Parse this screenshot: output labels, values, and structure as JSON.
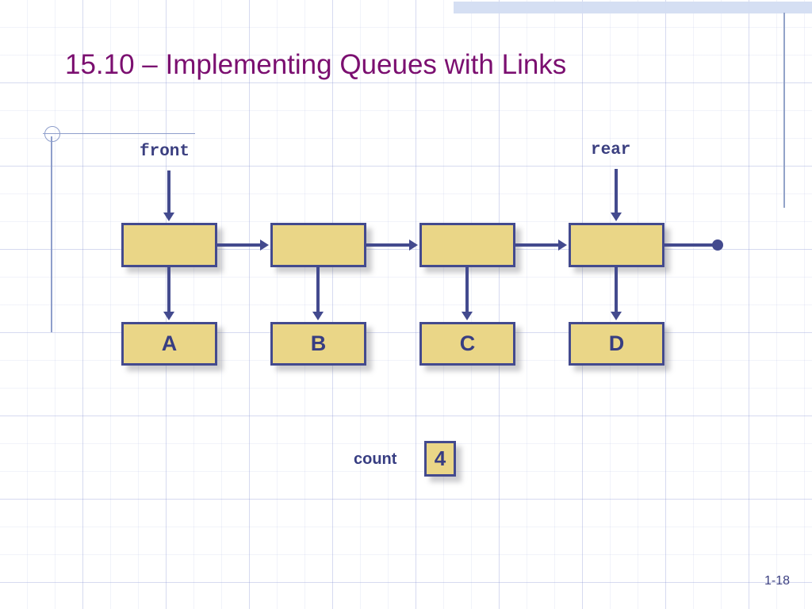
{
  "slide": {
    "title": "15.10 – Implementing Queues with Links",
    "page_number": "1-18",
    "title_color": "#7b0f70",
    "accent_color": "#434a8e",
    "box_fill_color": "#ead687",
    "band_color": "#d3ddf2"
  },
  "pointers": {
    "front_label": "front",
    "rear_label": "rear"
  },
  "nodes": [
    {
      "data": "A"
    },
    {
      "data": "B"
    },
    {
      "data": "C"
    },
    {
      "data": "D"
    }
  ],
  "count": {
    "label": "count",
    "value": "4"
  }
}
